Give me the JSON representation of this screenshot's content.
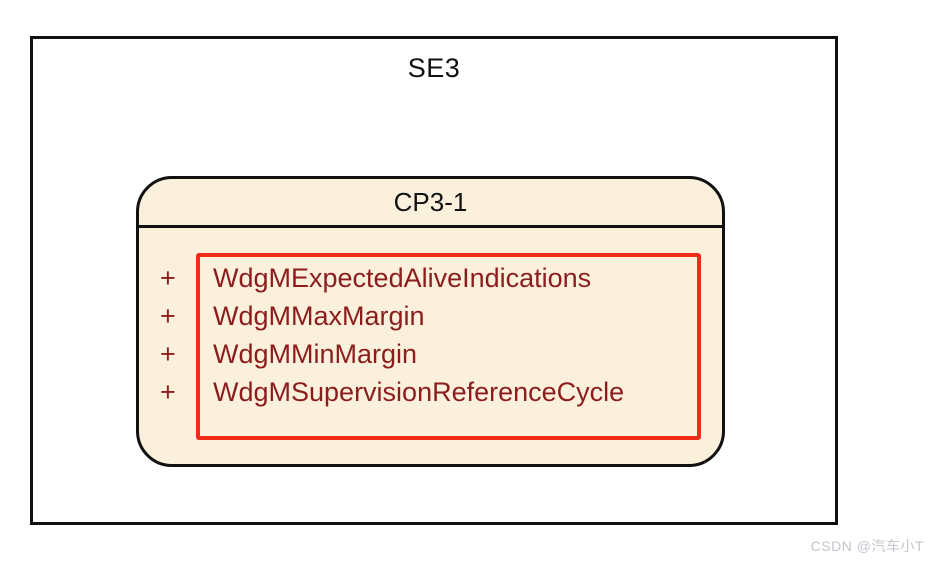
{
  "colors": {
    "outer_border": "#111111",
    "container_fill": "#FAF0DC",
    "container_border": "#111111",
    "param_box_border": "#F22B18",
    "param_text": "#8C1D1D",
    "watermark_text": "#C5C5CE"
  },
  "diagram": {
    "outer": {
      "label": "SE3"
    },
    "container": {
      "label": "CP3-1",
      "item_prefix": "+",
      "parameters": [
        "WdgMExpectedAliveIndications",
        "WdgMMaxMargin",
        "WdgMMinMargin",
        "WdgMSupervisionReferenceCycle"
      ]
    }
  },
  "watermark": {
    "text": "CSDN @汽车小T"
  }
}
